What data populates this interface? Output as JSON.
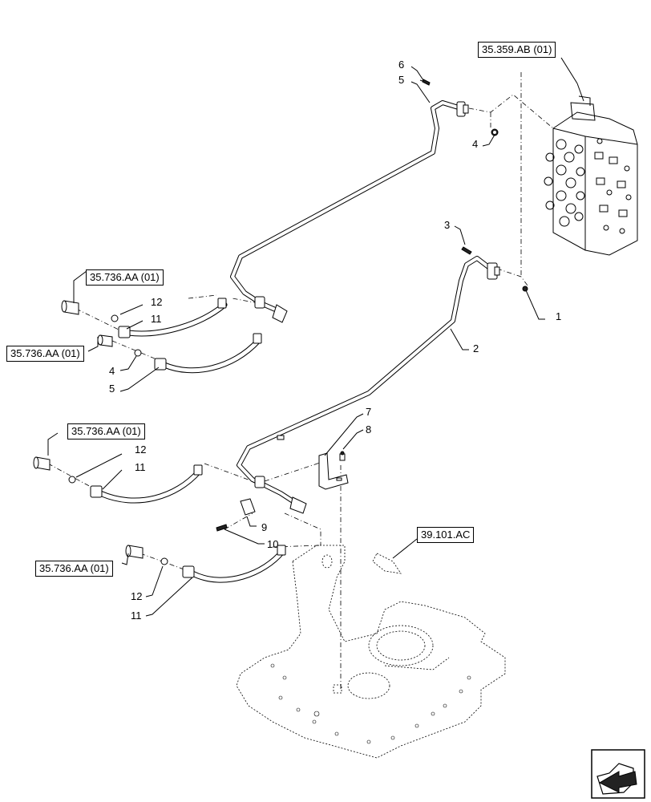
{
  "reference_boxes": {
    "ref_top_right": "35.359.AB (01)",
    "ref_hose_1": "35.736.AA (01)",
    "ref_hose_2": "35.736.AA (01)",
    "ref_hose_3": "35.736.AA (01)",
    "ref_hose_4": "35.736.AA (01)",
    "ref_chassis": "39.101.AC"
  },
  "callouts": {
    "c6": "6",
    "c5_top": "5",
    "c4_top": "4",
    "c3": "3",
    "c1": "1",
    "c2": "2",
    "c12_a": "12",
    "c11_a": "11",
    "c4_mid": "4",
    "c5_mid": "5",
    "c7": "7",
    "c8": "8",
    "c12_b": "12",
    "c11_b": "11",
    "c9": "9",
    "c10": "10",
    "c12_c": "12",
    "c11_c": "11"
  },
  "nav_icon": "arrow-previous-icon"
}
